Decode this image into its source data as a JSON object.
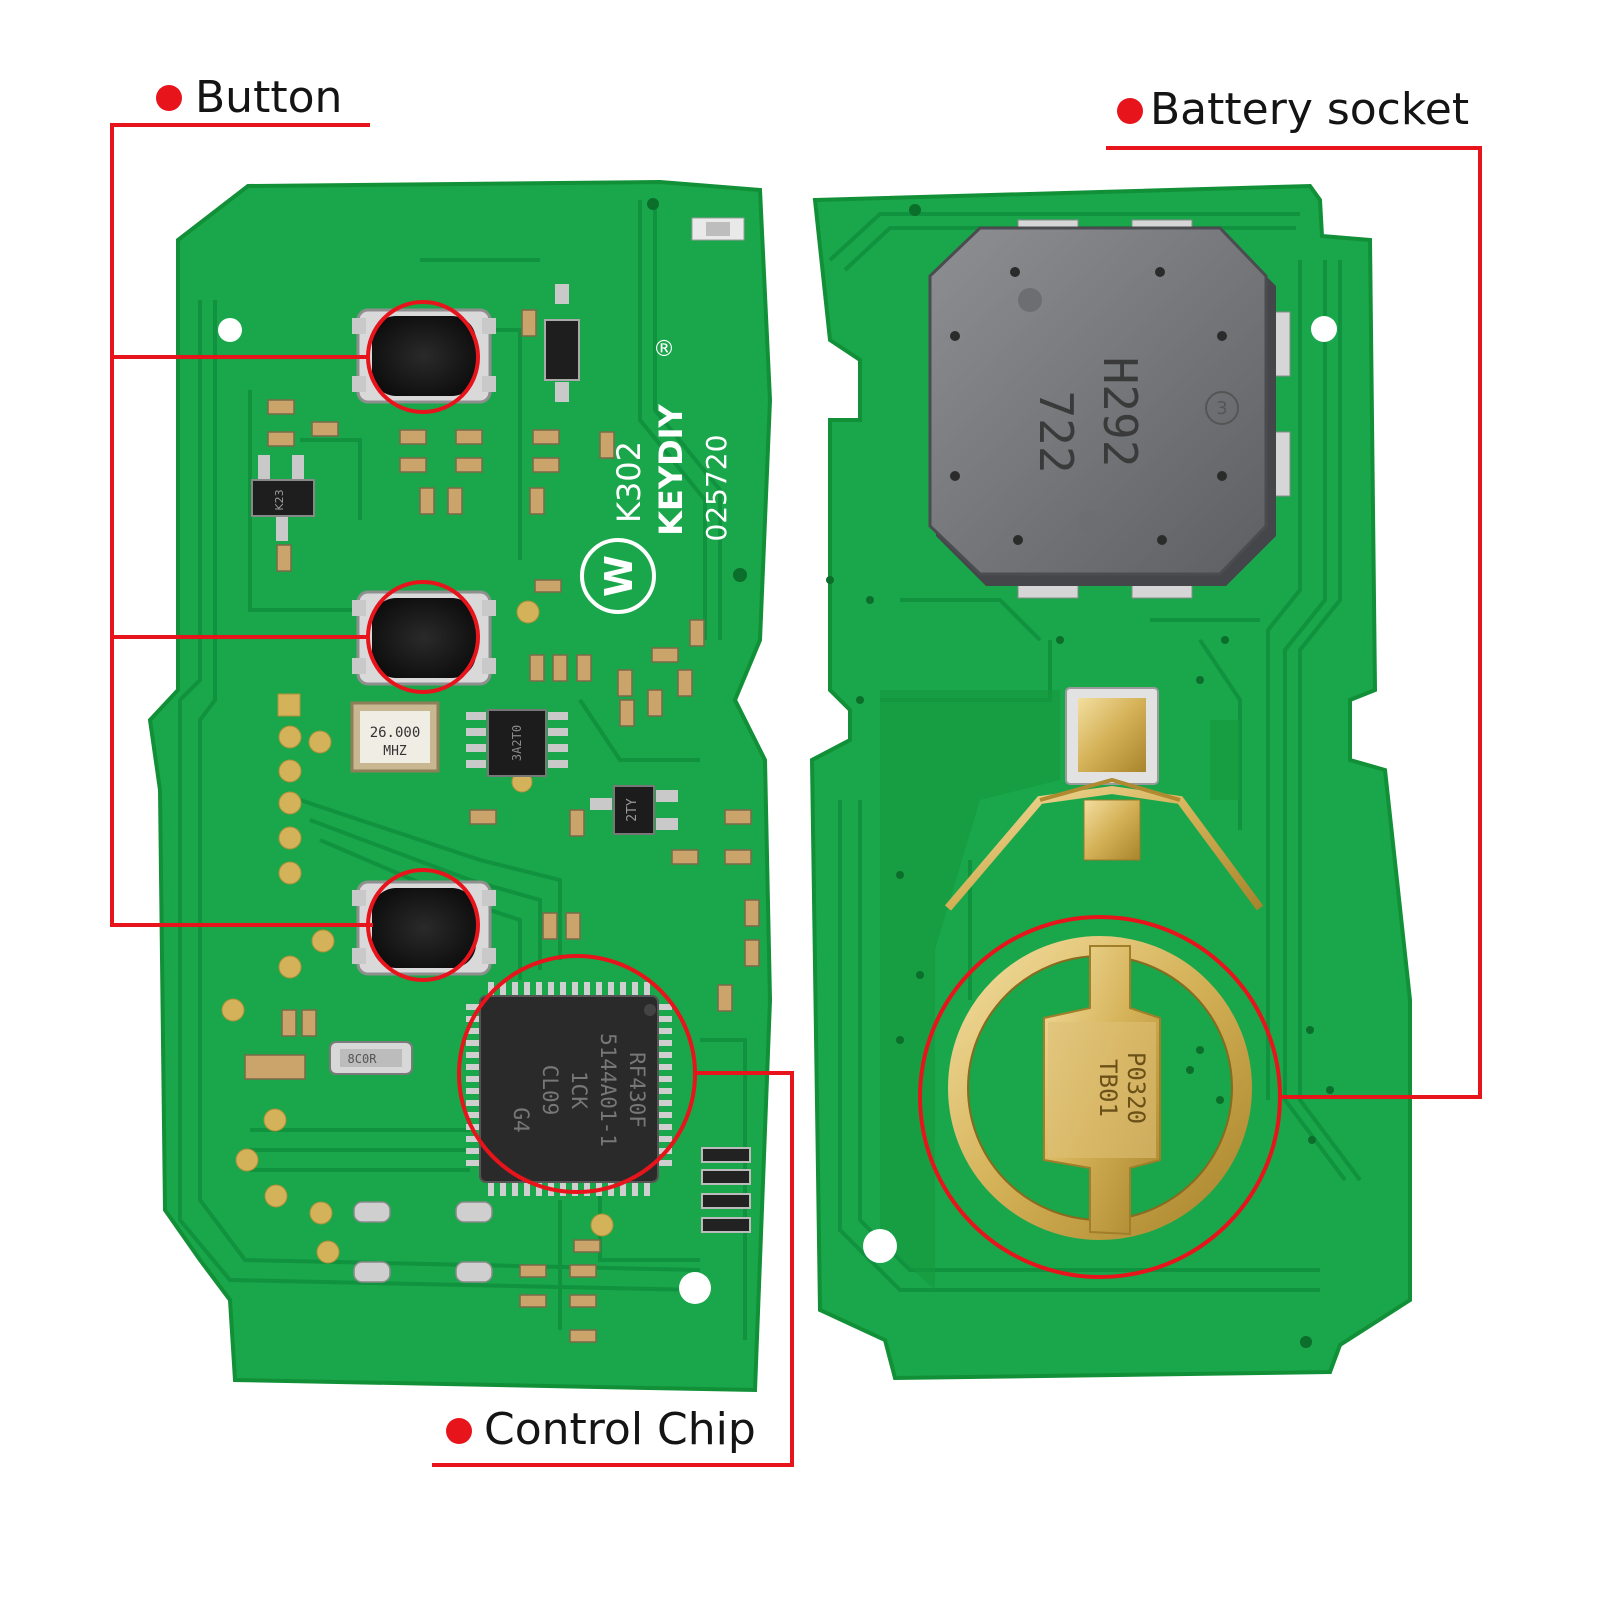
{
  "labels": {
    "button": "Button",
    "battery_socket": "Battery socket",
    "control_chip": "Control Chip"
  },
  "silkscreen": {
    "model": "K302",
    "brand": "KEYDIY",
    "registered": "®",
    "serial": "025720",
    "logo": "W"
  },
  "components": {
    "crystal_freq": "26.000",
    "crystal_unit": "MHZ",
    "small_crystal": "8C0R",
    "ic_small": "3A2T0",
    "transistor": "2TY",
    "chip_line1": "RF430F",
    "chip_line2": "5144A01-1",
    "chip_line3": "1CK",
    "chip_line4": "CL09",
    "chip_line5": "G4",
    "coil_line1": "722",
    "coil_line2": "H292",
    "coil_pin": "3",
    "battery_line1": "TB01",
    "battery_line2": "P0320",
    "sot_marking": "K23"
  },
  "colors": {
    "pcb": "#1aa64a",
    "pcb_trace": "#0f8f3c",
    "callout": "#e8141b",
    "gold": "#d4b25a"
  }
}
